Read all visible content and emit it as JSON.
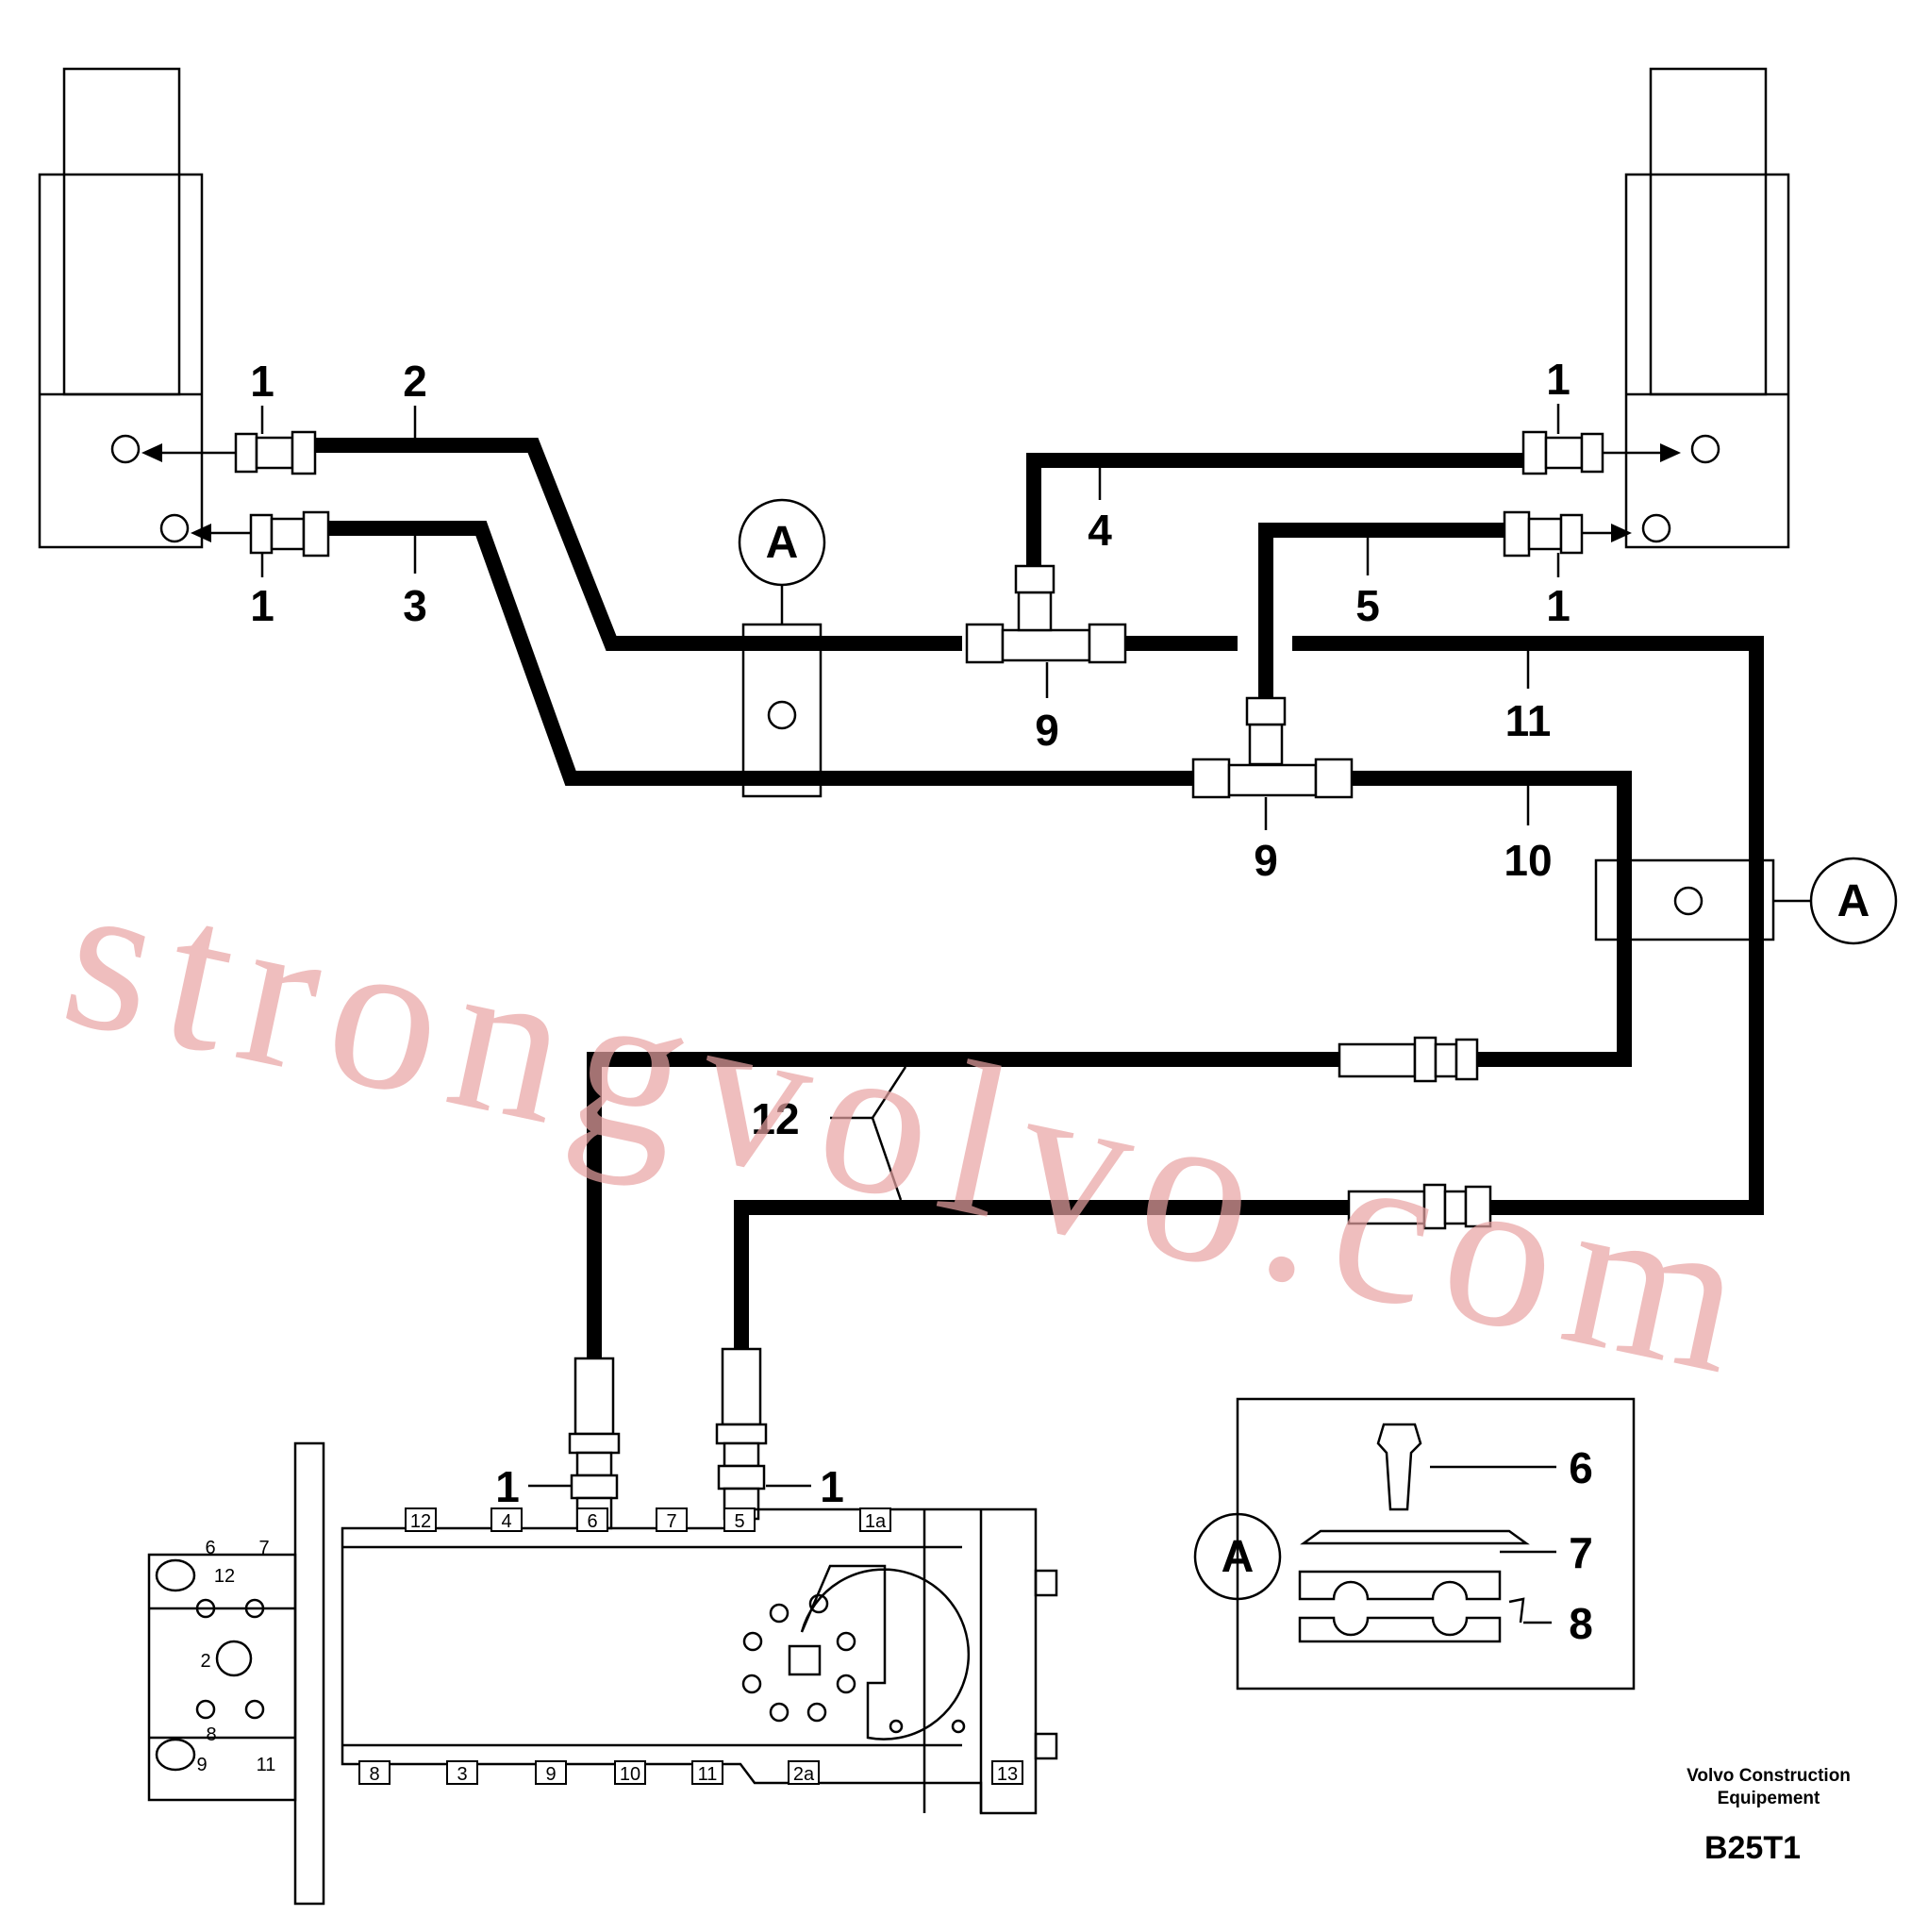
{
  "diagram": {
    "position_labels": {
      "p1a": "1",
      "p1b": "1",
      "p1c": "1",
      "p1d": "1",
      "p1e": "1",
      "p1f": "1",
      "p2": "2",
      "p3": "3",
      "p4": "4",
      "p5": "5",
      "p6": "6",
      "p7": "7",
      "p8": "8",
      "p9a": "9",
      "p9b": "9",
      "p10": "10",
      "p11": "11",
      "p12": "12"
    },
    "detail_marker": "A",
    "valve_ports": {
      "top": [
        "12",
        "4",
        "6",
        "7",
        "5",
        "1a"
      ],
      "bottom": [
        "8",
        "3",
        "9",
        "10",
        "11",
        "2a",
        "13"
      ],
      "side": [
        "6",
        "7",
        "12",
        "2",
        "8",
        "9",
        "11"
      ]
    }
  },
  "watermark": "strongvolvo.com",
  "footer": {
    "company_line1": "Volvo Construction",
    "company_line2": "Equipement",
    "drawing_code": "B25T1"
  }
}
